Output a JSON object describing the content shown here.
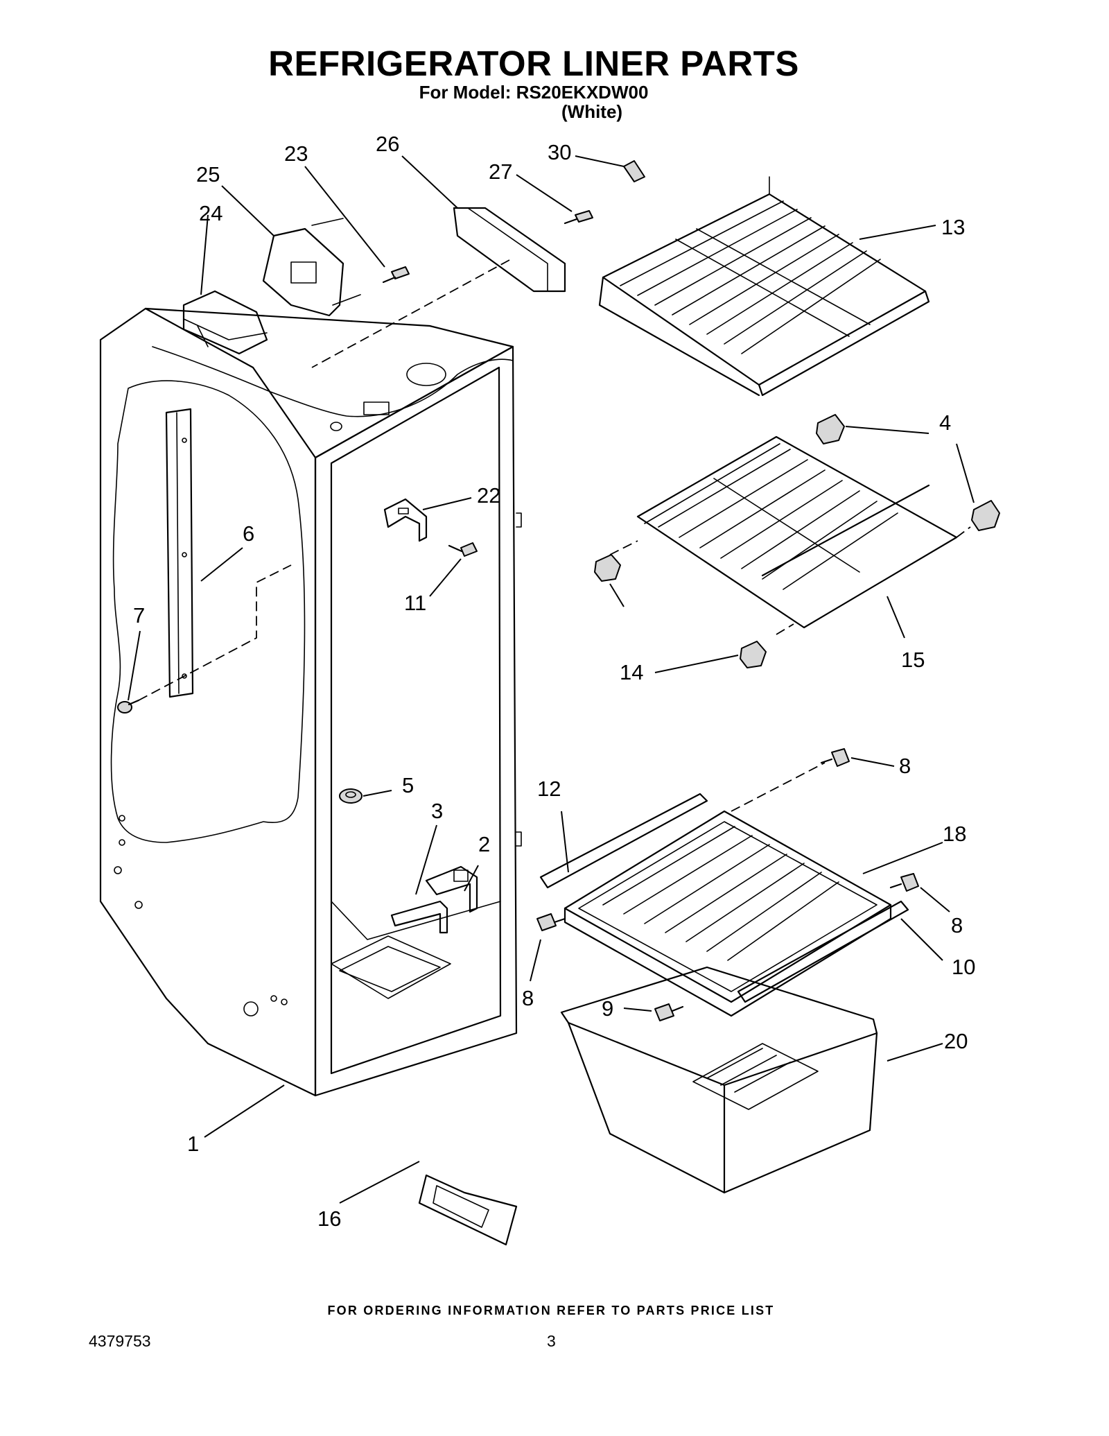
{
  "header": {
    "title": "REFRIGERATOR LINER PARTS",
    "subtitle": "For Model: RS20EKXDW00",
    "variant": "(White)"
  },
  "diagram": {
    "callouts": [
      {
        "id": "c1",
        "text": "1"
      },
      {
        "id": "c2",
        "text": "2"
      },
      {
        "id": "c3",
        "text": "3"
      },
      {
        "id": "c4",
        "text": "4"
      },
      {
        "id": "c5",
        "text": "5"
      },
      {
        "id": "c6",
        "text": "6"
      },
      {
        "id": "c7",
        "text": "7"
      },
      {
        "id": "c8a",
        "text": "8"
      },
      {
        "id": "c8b",
        "text": "8"
      },
      {
        "id": "c8c",
        "text": "8"
      },
      {
        "id": "c9",
        "text": "9"
      },
      {
        "id": "c10",
        "text": "10"
      },
      {
        "id": "c11",
        "text": "11"
      },
      {
        "id": "c12",
        "text": "12"
      },
      {
        "id": "c13",
        "text": "13"
      },
      {
        "id": "c14",
        "text": "14"
      },
      {
        "id": "c15",
        "text": "15"
      },
      {
        "id": "c16",
        "text": "16"
      },
      {
        "id": "c18",
        "text": "18"
      },
      {
        "id": "c20",
        "text": "20"
      },
      {
        "id": "c22",
        "text": "22"
      },
      {
        "id": "c23",
        "text": "23"
      },
      {
        "id": "c24",
        "text": "24"
      },
      {
        "id": "c25",
        "text": "25"
      },
      {
        "id": "c26",
        "text": "26"
      },
      {
        "id": "c27",
        "text": "27"
      },
      {
        "id": "c30",
        "text": "30"
      }
    ]
  },
  "footer": {
    "ordering_note": "FOR ORDERING INFORMATION REFER TO PARTS PRICE LIST",
    "doc_number": "4379753",
    "page_number": "3"
  }
}
